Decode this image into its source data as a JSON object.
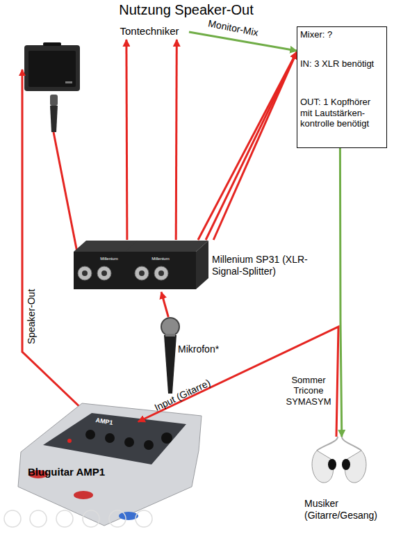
{
  "diagram": {
    "title": "Nutzung Speaker-Out",
    "nodes": [
      {
        "text": [
          "Tontechniker"
        ]
      },
      {
        "text": [
          "Mixer: ?",
          "IN: 3 XLR benötigt",
          "OUT: 1 Kopfhörer mit Lautstärken- kontrolle benötigt"
        ]
      },
      {
        "text": [
          "Millenium SP31 (XLR-Signal-Splitter)"
        ]
      },
      {
        "text": [
          "Mikrofon*"
        ]
      },
      {
        "text": [
          "Bluguitar AMP1"
        ]
      },
      {
        "text": [
          "Musiker (Gitarre/Gesang)"
        ]
      }
    ],
    "edges": [
      {
        "from": 2,
        "to": 0,
        "arrow": "to"
      },
      {
        "from": 2,
        "to": 0,
        "arrow": "to"
      },
      {
        "from": 2,
        "to": 1,
        "arrow": "to"
      },
      {
        "from": 2,
        "to": 1,
        "arrow": "to"
      },
      {
        "from": 2,
        "to": 1,
        "arrow": "to"
      },
      {
        "from": 0,
        "to": 1,
        "label": "Monitor-Mix",
        "arrow": "to"
      },
      {
        "from": 1,
        "to": 5,
        "arrow": "to"
      },
      {
        "from": 3,
        "to": 2,
        "arrow": "to"
      },
      {
        "from": 5,
        "to": 4,
        "label": "Input (Gitarre)",
        "arrow": "to"
      }
    ],
    "labels": [
      "Speaker-Out",
      "Sommer Tricone SYMASYM",
      "Millenium",
      "Millenium",
      "AMP1"
    ]
  }
}
